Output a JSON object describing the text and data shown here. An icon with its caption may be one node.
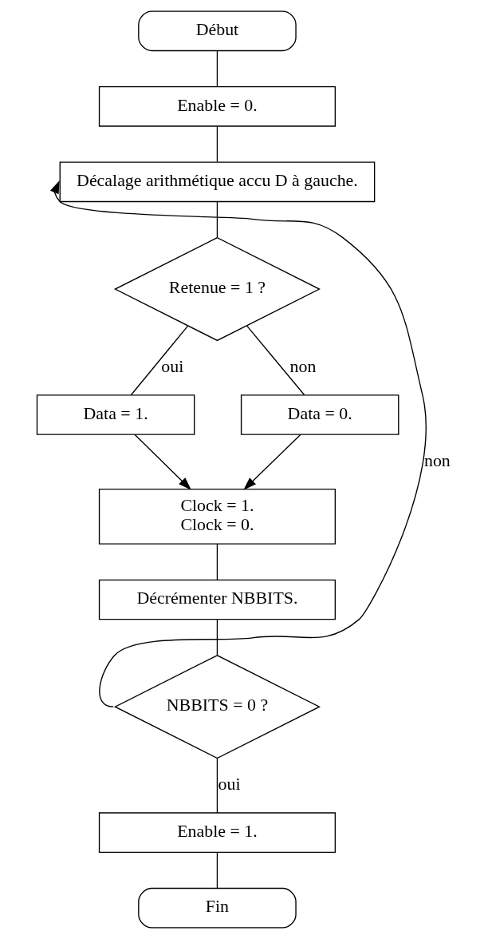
{
  "diagram": {
    "nodes": [
      {
        "text": [
          "Début"
        ]
      },
      {
        "text": [
          "Enable = 0."
        ]
      },
      {
        "text": [
          "Décalage arithmétique accu D à gauche."
        ]
      },
      {
        "text": [
          "Retenue = 1 ?"
        ]
      },
      {
        "text": [
          "Data = 1."
        ]
      },
      {
        "text": [
          "Data = 0."
        ]
      },
      {
        "text": [
          "Clock = 1.",
          "Clock = 0."
        ]
      },
      {
        "text": [
          "Décrémenter NBBITS."
        ]
      },
      {
        "text": [
          "NBBITS = 0 ?"
        ]
      },
      {
        "text": [
          "Enable = 1."
        ]
      },
      {
        "text": [
          "Fin"
        ]
      }
    ],
    "edges": [
      {
        "from": 0,
        "to": 1,
        "arrow": "none"
      },
      {
        "from": 1,
        "to": 2,
        "arrow": "none"
      },
      {
        "from": 2,
        "to": 3,
        "arrow": "none"
      },
      {
        "from": 3,
        "to": 4,
        "arrow": "none",
        "label": "oui"
      },
      {
        "from": 3,
        "to": 5,
        "arrow": "none",
        "label": "non"
      },
      {
        "from": 4,
        "to": 6,
        "arrow": "to"
      },
      {
        "from": 5,
        "to": 6,
        "arrow": "to"
      },
      {
        "from": 6,
        "to": 7,
        "arrow": "none"
      },
      {
        "from": 7,
        "to": 8,
        "arrow": "none"
      },
      {
        "from": 8,
        "to": 2,
        "arrow": "to",
        "label": "non"
      },
      {
        "from": 8,
        "to": 9,
        "arrow": "none",
        "label": "oui"
      },
      {
        "from": 9,
        "to": 10,
        "arrow": "none"
      }
    ]
  }
}
